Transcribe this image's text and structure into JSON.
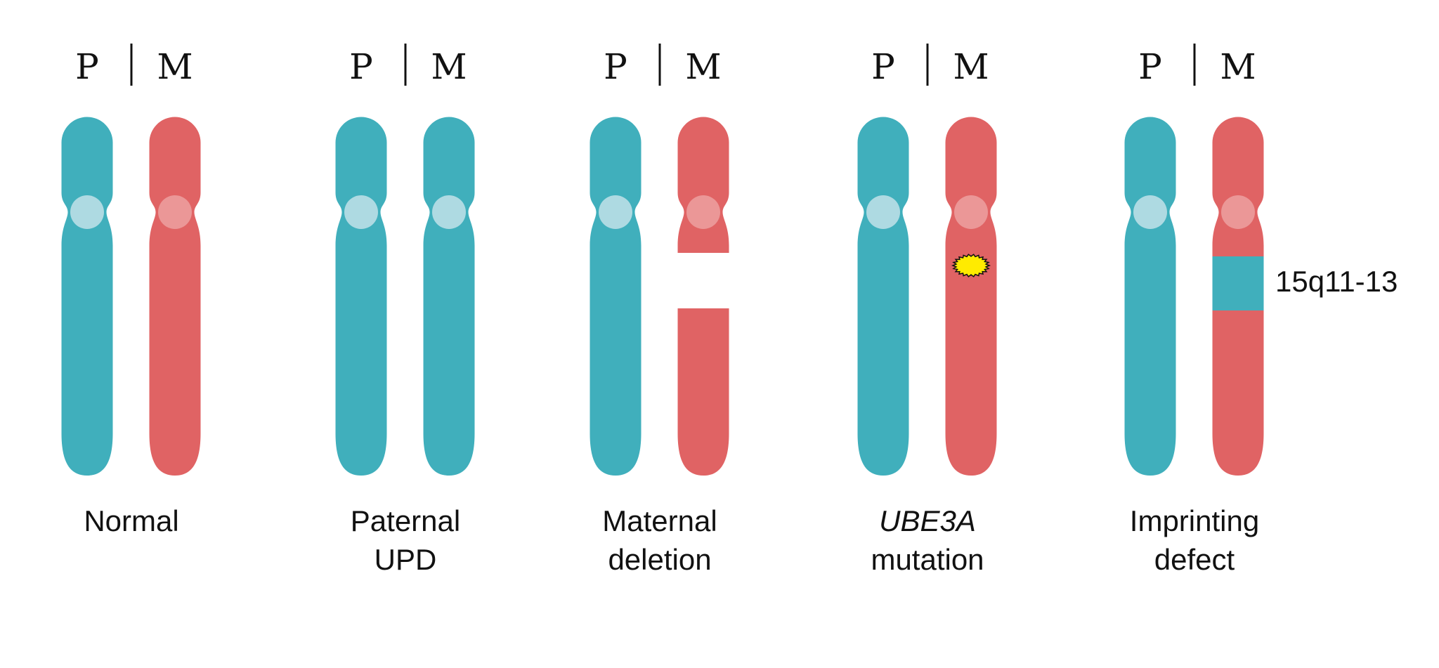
{
  "colors": {
    "paternal": "#40AFBC",
    "maternal": "#E06364",
    "centromere_paternal": "#AEDAE2",
    "centromere_maternal": "#EB9797",
    "mutation": "#FFEB00",
    "divider": "#111111",
    "text": "#111111"
  },
  "panels": [
    {
      "id": "normal",
      "p_label": "P",
      "m_label": "M",
      "caption_lines": [
        "Normal"
      ],
      "caption_italic": false,
      "maternal_chromosome": "maternal",
      "feature": "none"
    },
    {
      "id": "paternal-upd",
      "p_label": "P",
      "m_label": "M",
      "caption_lines": [
        "Paternal",
        "UPD"
      ],
      "caption_italic": false,
      "maternal_chromosome": "paternal",
      "feature": "none"
    },
    {
      "id": "maternal-deletion",
      "p_label": "P",
      "m_label": "M",
      "caption_lines": [
        "Maternal",
        "deletion"
      ],
      "caption_italic": false,
      "maternal_chromosome": "maternal",
      "feature": "deletion"
    },
    {
      "id": "ube3a-mutation",
      "p_label": "P",
      "m_label": "M",
      "caption_lines": [
        "UBE3A",
        "mutation"
      ],
      "caption_italic": true,
      "maternal_chromosome": "maternal",
      "feature": "mutation"
    },
    {
      "id": "imprinting-defect",
      "p_label": "P",
      "m_label": "M",
      "caption_lines": [
        "Imprinting",
        "defect"
      ],
      "caption_italic": false,
      "maternal_chromosome": "maternal",
      "feature": "imprint"
    }
  ],
  "region_label": "15q11-13"
}
